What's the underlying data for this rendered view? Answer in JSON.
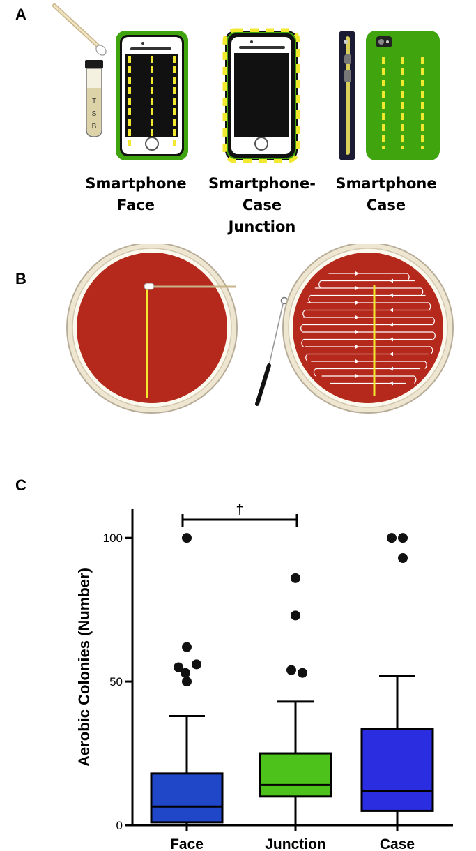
{
  "panels": {
    "a": {
      "label": "A",
      "tube_letters": [
        "T",
        "S",
        "B"
      ],
      "captions": [
        {
          "lines": [
            "Smartphone",
            "Face"
          ]
        },
        {
          "lines": [
            "Smartphone-",
            "Case",
            "Junction"
          ]
        },
        {
          "lines": [
            "Smartphone",
            "Case"
          ]
        }
      ],
      "colors": {
        "case_green": "#3fa40e",
        "stripe_yellow": "#f2e830",
        "screen_black": "#111111"
      }
    },
    "b": {
      "label": "B",
      "colors": {
        "agar_red": "#b5281c",
        "plate_rim": "#efe6d2",
        "stripe_yellow": "#f2e830"
      }
    },
    "c": {
      "label": "C"
    }
  },
  "chart_data": {
    "type": "box",
    "title": "",
    "xlabel": "",
    "ylabel": "Aerobic Colonies (Number)",
    "ylim": [
      0,
      110
    ],
    "yticks": [
      0,
      50,
      100
    ],
    "grid": false,
    "categories": [
      "Face",
      "Junction",
      "Case"
    ],
    "colors": [
      "#1f47c8",
      "#4dc21a",
      "#2a2ee0"
    ],
    "boxes": [
      {
        "category": "Face",
        "whisker_low": 0,
        "q1": 1,
        "median": 6.5,
        "q3": 18,
        "whisker_high": 38,
        "outliers": [
          100,
          62,
          55,
          56,
          53,
          50
        ]
      },
      {
        "category": "Junction",
        "whisker_low": 0,
        "q1": 10,
        "median": 14,
        "q3": 25,
        "whisker_high": 43,
        "outliers": [
          86,
          73,
          54,
          53
        ]
      },
      {
        "category": "Case",
        "whisker_low": 0,
        "q1": 5,
        "median": 12,
        "q3": 33.5,
        "whisker_high": 52,
        "outliers": [
          100,
          100,
          93
        ]
      }
    ],
    "annotations": [
      {
        "text": "†",
        "from": "Face",
        "to": "Junction"
      }
    ]
  }
}
